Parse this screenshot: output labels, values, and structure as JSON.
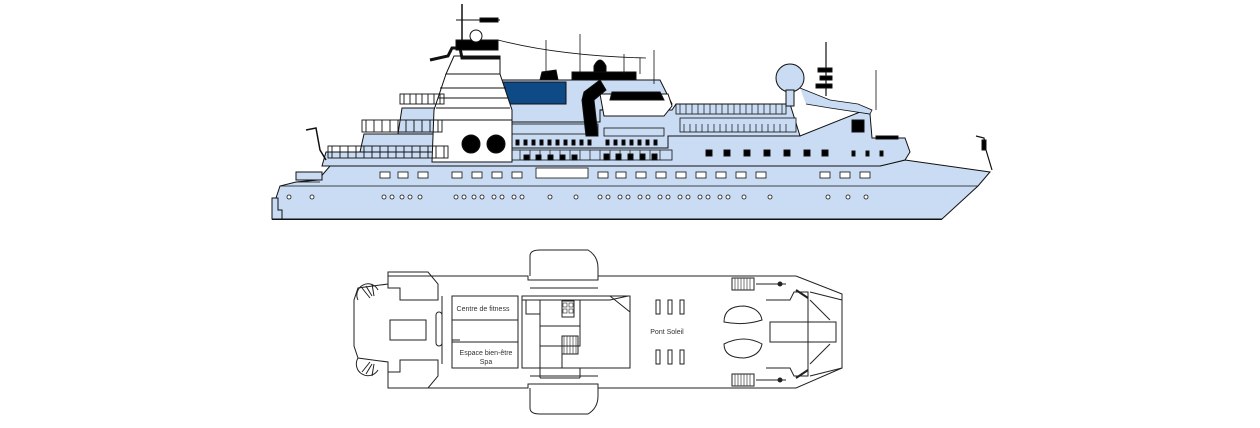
{
  "diagram": {
    "side_view": {
      "hull_color": "#c9dcf3",
      "dark_glass_color": "#0e4a86",
      "outline_color": "#111111"
    },
    "deck_plan": {
      "rooms": {
        "fitness": "Centre de fitness",
        "spa_line1": "Espace bien-être",
        "spa_line2": "Spa",
        "sun_deck": "Pont Soleil"
      }
    }
  }
}
